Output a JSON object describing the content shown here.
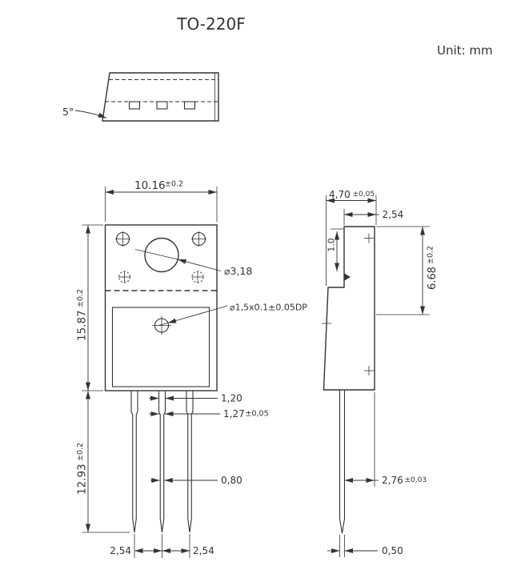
{
  "title": "TO-220F",
  "unit_note": "Unit: mm",
  "top_view": {
    "draft_angle": "5°"
  },
  "front_view": {
    "width": "10.16",
    "width_tol": "±0.2",
    "body_height": "15.87",
    "body_height_tol": "±0.2",
    "lead_length": "12.93",
    "lead_length_tol": "±0.2",
    "hole_diameter": "⌀3,18",
    "dimple_note": "⌀1,5x0.1±0.05DP",
    "lead_width_top": "1,20",
    "lead_shoulder_width": "1,27",
    "lead_shoulder_tol": "±0,05",
    "lead_width": "0,80",
    "pitch_left": "2,54",
    "pitch_right": "2,54"
  },
  "side_view": {
    "depth": "4,70",
    "depth_tol": "±0,05",
    "tab_setback": "2,54",
    "step_height": "1.0",
    "tab_height": "6.68",
    "tab_height_tol": "±0.2",
    "lead_setback": "2,76",
    "lead_setback_tol": "±0,03",
    "lead_thickness": "0,50"
  }
}
